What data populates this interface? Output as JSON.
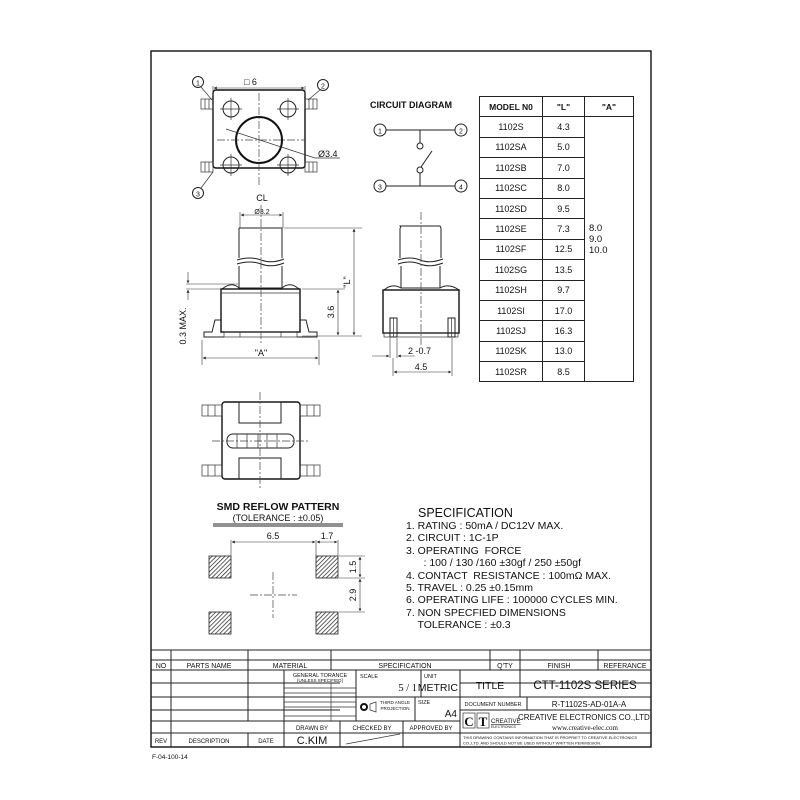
{
  "sheet": {
    "form_code": "F-04-100-14"
  },
  "top_view": {
    "pin_labels": [
      "①",
      "②",
      "③"
    ],
    "body_dim": "□ 6",
    "actuator_dim": "Ø3.4"
  },
  "side_view": {
    "centerline_label": "CL",
    "stem_dim": "Ø3.2",
    "length_dim": "\"L\"",
    "height_dim": "3.6",
    "gap_dim": "0.3 MAX.",
    "width_dim": "\"A\""
  },
  "end_view": {
    "pin_width_dim": "2 -0.7",
    "pitch_dim": "4.5"
  },
  "circuit_diagram": {
    "title": "CIRCUIT DIAGRAM",
    "terminals": [
      "①",
      "②",
      "③",
      "④"
    ]
  },
  "model_table": {
    "headers": [
      "MODEL N0",
      "\"L\"",
      "\"A\""
    ],
    "rows": [
      {
        "model": "1102S",
        "L": "4.3"
      },
      {
        "model": "1102SA",
        "L": "5.0"
      },
      {
        "model": "1102SB",
        "L": "7.0"
      },
      {
        "model": "1102SC",
        "L": "8.0"
      },
      {
        "model": "1102SD",
        "L": "9.5"
      },
      {
        "model": "1102SE",
        "L": "7.3"
      },
      {
        "model": "1102SF",
        "L": "12.5"
      },
      {
        "model": "1102SG",
        "L": "13.5"
      },
      {
        "model": "1102SH",
        "L": "9.7"
      },
      {
        "model": "1102SI",
        "L": "17.0"
      },
      {
        "model": "1102SJ",
        "L": "16.3"
      },
      {
        "model": "1102SK",
        "L": "13.0"
      },
      {
        "model": "1102SR",
        "L": "8.5"
      }
    ],
    "A_values": [
      "8.0",
      "9.0",
      "10.0"
    ]
  },
  "reflow_pattern": {
    "title": "SMD REFLOW PATTERN",
    "subtitle": "(TOLERANCE : ±0.05)",
    "dim_span": "6.5",
    "dim_pad_w": "1.7",
    "dim_pad_h": "1.5",
    "dim_gap": "2.9"
  },
  "specification": {
    "title": "SPECIFICATION",
    "lines": [
      "1. RATING : 50mA / DC12V MAX.",
      "2. CIRCUIT : 1C-1P",
      "3. OPERATING  FORCE",
      "      : 100 / 130 /160 ±30gf / 250 ±50gf",
      "4. CONTACT  RESISTANCE : 100mΩ MAX.",
      "5. TRAVEL : 0.25 ±0.15mm",
      "6. OPERATING LIFE : 100000 CYCLES MIN.",
      "7. NON SPECFIED DIMENSIONS",
      "    TOLERANCE : ±0.3"
    ]
  },
  "title_block": {
    "header": {
      "no": "NO",
      "parts_name": "PARTS NAME",
      "material": "MATERIAL",
      "specification": "SPECIFICATION",
      "qty": "Q'TY",
      "finish": "FINISH",
      "reference": "REFERANCE"
    },
    "general_tolerance": "GENERAL TORANCE",
    "unless_specified": "[UNLESS SPECIFIED]",
    "scale_label": "SCALE",
    "scale_value": "5 / 1",
    "unit_label": "UNIT",
    "unit_value": "METRIC",
    "projection": "THIRD ANGLE PROJECTION",
    "projection_l1": "THIRD ANGLE",
    "projection_l2": "PROJECTION",
    "size_label": "SIZE",
    "size_value": "A4",
    "title_label": "TITLE",
    "title_value": "CTT-1102S SERIES",
    "doc_number_label": "DOCUMENT NUMBER",
    "doc_number_value": "R-T1102S-AD-01A-A",
    "company_logo_letters": [
      "C",
      "T"
    ],
    "company_logo_word": "CREATIVE",
    "company_logo_sub": "ELECTRONICS",
    "company_name": "CREATIVE ELECTRONICS CO.,LTD.",
    "company_url": "www.creative-elec.com",
    "notice_l1": "THIS DRAWING CONTAINS INFORMATION THAT IS PROPRIET TO CREATIVE ELECTRONICS",
    "notice_l2": "CO.,LTD. AND SHOULD NOT BE USED WITHOUT WRITTEN PERMISSION.",
    "drawn_by_label": "DRAWN BY",
    "drawn_by_value": "C.KIM",
    "checked_by_label": "CHECKED BY",
    "approved_by_label": "APPROVED BY",
    "rev_label": "REV",
    "description_label": "DESCRIPTION",
    "date_label": "DATE"
  }
}
